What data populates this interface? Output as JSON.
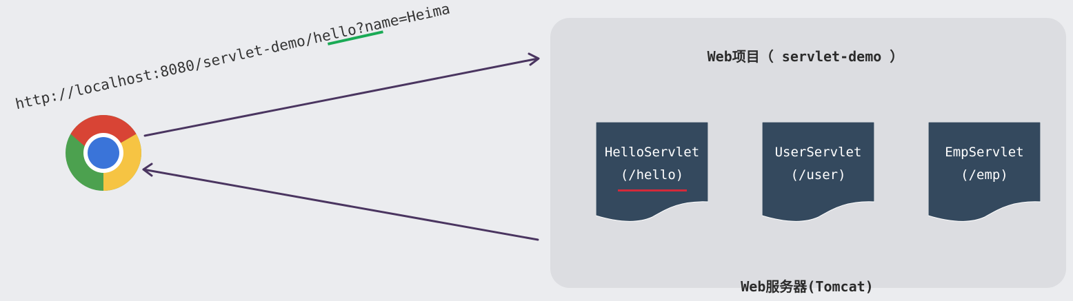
{
  "request": {
    "url": "http://localhost:8080/servlet-demo/hello?name=Heima",
    "highlighted_segment": "hello"
  },
  "browser": {
    "icon": "chrome-icon"
  },
  "server": {
    "project_title": "Web项目（ servlet-demo ）",
    "server_title": "Web服务器(Tomcat)",
    "servlets": [
      {
        "name": "HelloServlet",
        "path": "(/hello)"
      },
      {
        "name": "UserServlet",
        "path": "(/user)"
      },
      {
        "name": "EmpServlet",
        "path": "(/emp)"
      }
    ]
  },
  "colors": {
    "background": "#ebecef",
    "server_box": "#dcdde1",
    "servlet_fill": "#34495e",
    "arrow": "#4a3560",
    "url_underline": "#1aaa55",
    "path_underline": "#d4293a"
  }
}
